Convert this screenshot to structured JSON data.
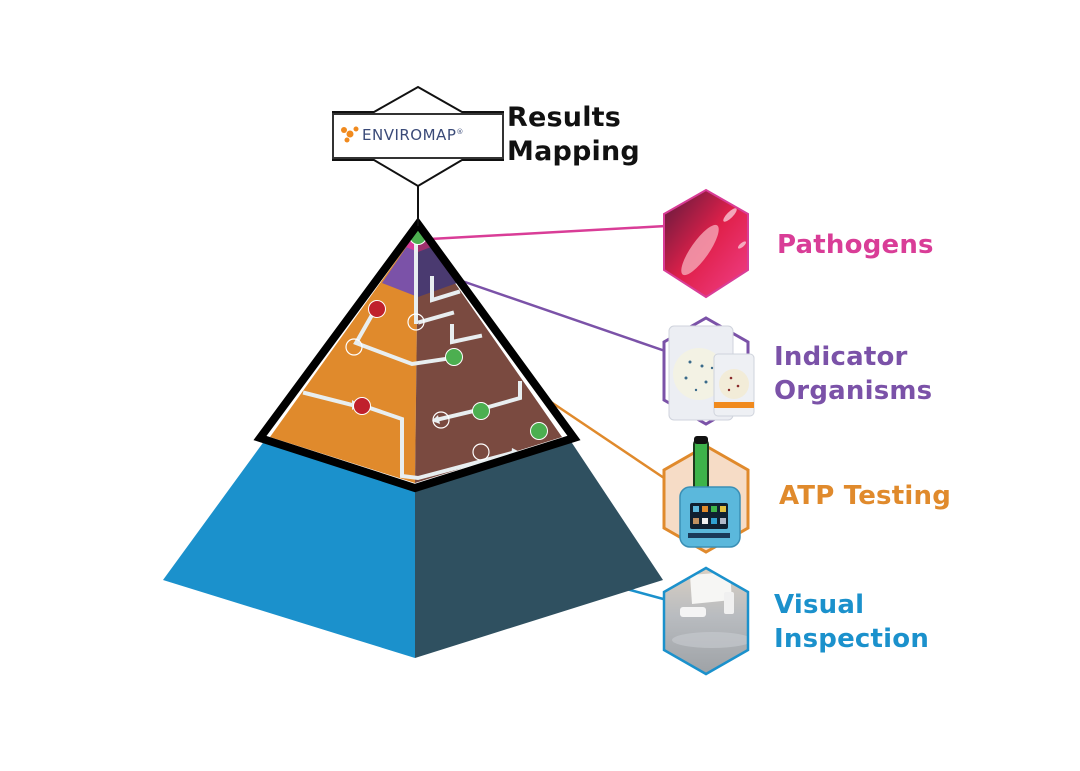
{
  "header": {
    "logo_text": "ENVIROMAP",
    "logo_mark": "®",
    "title_lines": [
      "Results",
      "Mapping"
    ]
  },
  "pyramid": {
    "levels_top_to_bottom": [
      {
        "name": "Pathogens",
        "color": "#d63a9a"
      },
      {
        "name": "Indicator Organisms",
        "color": "#7b52a8"
      },
      {
        "name": "ATP Testing",
        "color": "#e08a2c"
      },
      {
        "name": "Visual Inspection",
        "color": "#1b91cc"
      }
    ],
    "shade_colors": {
      "orange_right": "#7a4a40",
      "purple_right": "#4a3a70",
      "blue_right": "#2f5060"
    },
    "status_colors": {
      "pass": "#4caf50",
      "fail": "#c0202c"
    }
  },
  "categories": [
    {
      "label_lines": [
        "Pathogens"
      ],
      "color": "#d93d97",
      "icon": "bacteria-hexagon-icon"
    },
    {
      "label_lines": [
        "Indicator",
        "Organisms"
      ],
      "color": "#7b52a8",
      "icon": "petri-plate-hexagon-icon"
    },
    {
      "label_lines": [
        "ATP Testing"
      ],
      "color": "#e08a2c",
      "icon": "atp-luminometer-hexagon-icon"
    },
    {
      "label_lines": [
        "Visual",
        "Inspection"
      ],
      "color": "#1b91cc",
      "icon": "cleaning-surface-hexagon-icon"
    }
  ]
}
